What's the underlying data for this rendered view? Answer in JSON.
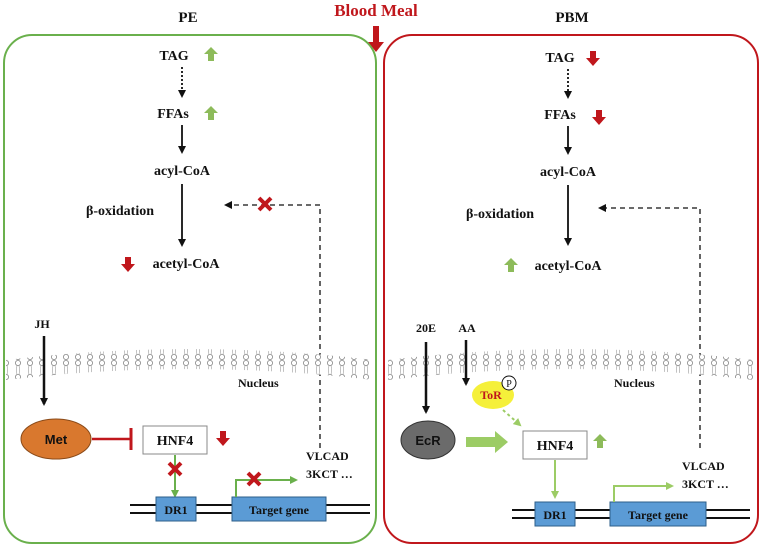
{
  "header": {
    "title": "Blood Meal"
  },
  "panels": {
    "left": {
      "title": "PE",
      "tag": "TAG",
      "ffas": "FFAs",
      "acyl": "acyl-CoA",
      "beta": "β-oxidation",
      "acetyl": "acetyl-CoA",
      "hormone": "JH",
      "nucleus": "Nucleus",
      "receptor": "Met",
      "hnf4": "HNF4",
      "vlcad": "VLCAD",
      "kct": "3KCT …",
      "dr1": "DR1",
      "target": "Target gene"
    },
    "right": {
      "title": "PBM",
      "tag": "TAG",
      "ffas": "FFAs",
      "acyl": "acyl-CoA",
      "beta": "β-oxidation",
      "acetyl": "acetyl-CoA",
      "hormone1": "20E",
      "hormone2": "AA",
      "tor": "ToR",
      "phospho": "P",
      "nucleus": "Nucleus",
      "receptor": "EcR",
      "hnf4": "HNF4",
      "vlcad": "VLCAD",
      "kct": "3KCT …",
      "dr1": "DR1",
      "target": "Target gene"
    }
  },
  "colors": {
    "left_border": "#6ab04c",
    "right_border": "#c0171c",
    "title_red": "#c0171c",
    "up_arrow": "#8dbb5a",
    "down_arrow": "#c0171c",
    "met_fill": "#d9782e",
    "ecr_fill": "#6b6b6b",
    "tor_fill": "#f5f03a",
    "box_blue": "#5b9bd5"
  }
}
